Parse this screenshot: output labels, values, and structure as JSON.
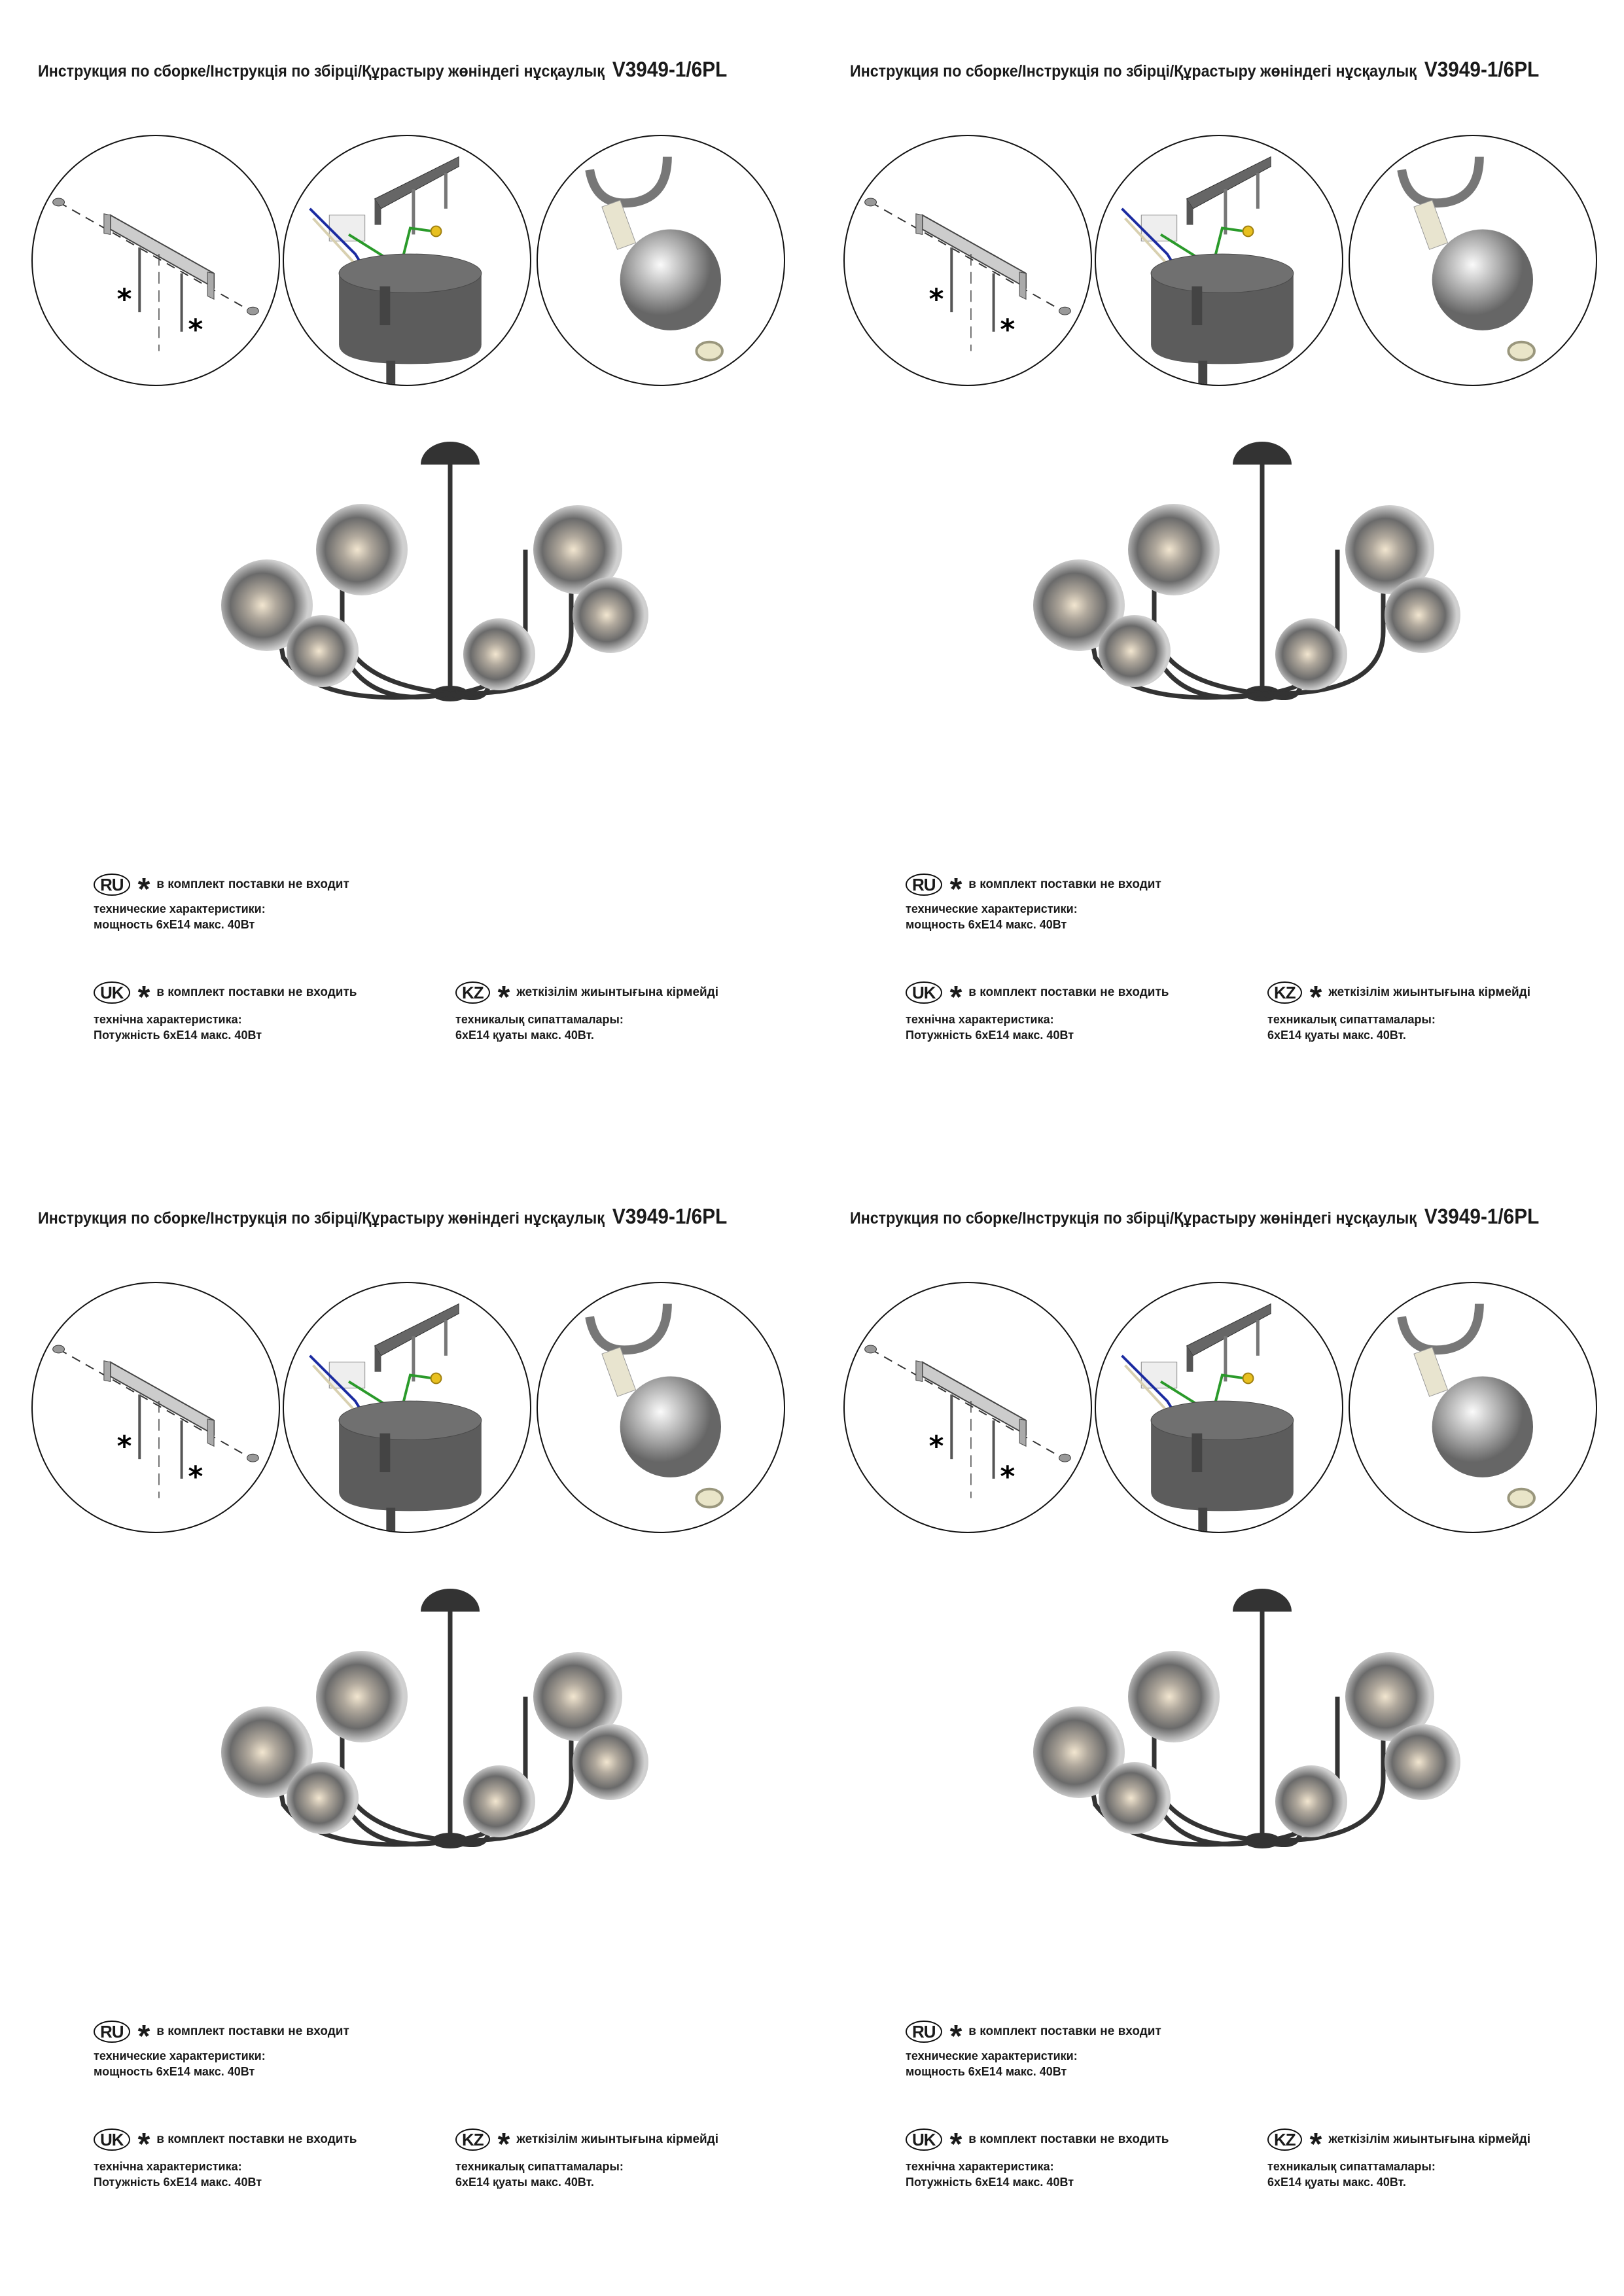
{
  "sheet": {
    "title": "Инструкция по сборке/Інструкція по збірці/Құрастыру жөніндегі нұсқаулық",
    "model": "V3949-1/6PL",
    "asterisk": "*",
    "ru": {
      "badge": "RU",
      "note": "в комплект поставки не входит",
      "spec_heading": "технические характеристики:",
      "spec_value": "мощность 6хЕ14 макс. 40Вт"
    },
    "uk": {
      "badge": "UK",
      "note": "в комплект поставки не входить",
      "spec_heading": "технічна характеристика:",
      "spec_value": "Потужність 6хЕ14 макс. 40Вт"
    },
    "kz": {
      "badge": "KZ",
      "note": "жеткізілім жиынтығына кірмейді",
      "spec_heading": "техникалық сипаттамалары:",
      "spec_value": "6хЕ14 қуаты макс. 40Вт."
    }
  },
  "panel_count": 4
}
